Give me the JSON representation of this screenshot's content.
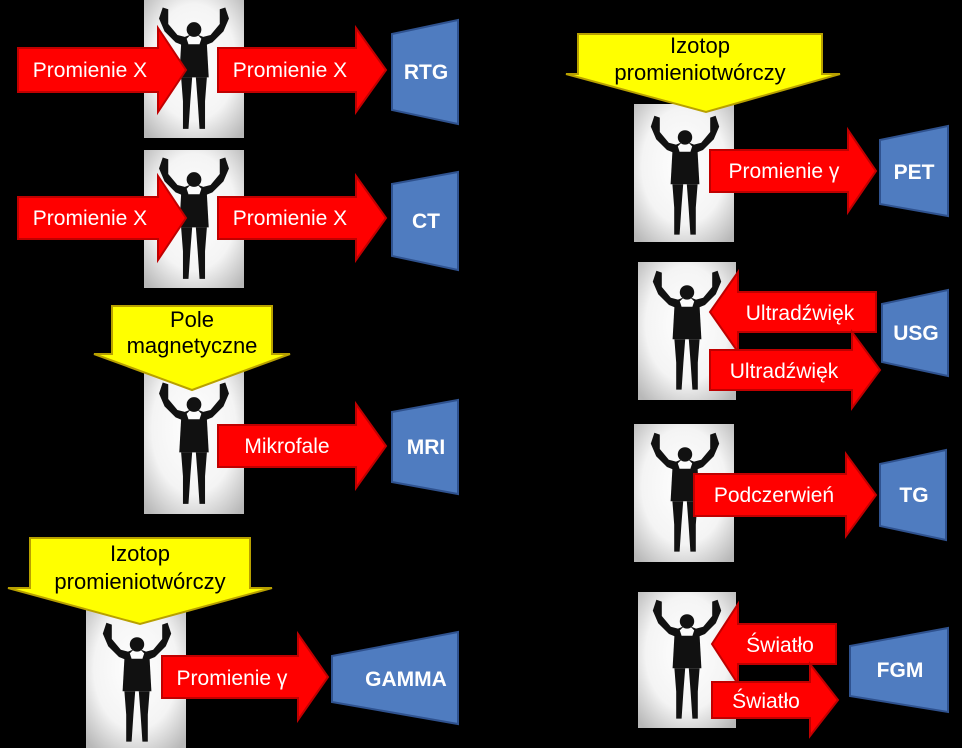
{
  "colors": {
    "background": "#000000",
    "arrow_fill": "#ff0000",
    "arrow_stroke": "#c00000",
    "device_fill": "#4f7cc0",
    "device_stroke": "#2f528f",
    "input_fill": "#ffff00",
    "input_stroke": "#b8a000"
  },
  "modalities": [
    {
      "device": "RTG",
      "inputs": [],
      "arrows_in": [
        "Promienie X"
      ],
      "arrows_out": [
        "Promienie X"
      ]
    },
    {
      "device": "CT",
      "inputs": [],
      "arrows_in": [
        "Promienie X"
      ],
      "arrows_out": [
        "Promienie X"
      ]
    },
    {
      "device": "MRI",
      "inputs": [
        "Pole",
        "magnetyczne"
      ],
      "arrows_out": [
        "Mikrofale"
      ]
    },
    {
      "device": "GAMMA",
      "inputs": [
        "Izotop",
        "promieniotwórczy"
      ],
      "arrows_out": [
        "Promienie γ"
      ]
    },
    {
      "device": "PET",
      "inputs": [
        "Izotop",
        "promieniotwórczy"
      ],
      "arrows_out": [
        "Promienie γ"
      ]
    },
    {
      "device": "USG",
      "arrows_back": [
        "Ultradźwięk"
      ],
      "arrows_out": [
        "Ultradźwięk"
      ]
    },
    {
      "device": "TG",
      "arrows_out": [
        "Podczerwień"
      ]
    },
    {
      "device": "FGM",
      "arrows_back": [
        "Światło"
      ],
      "arrows_out": [
        "Światło"
      ]
    }
  ]
}
